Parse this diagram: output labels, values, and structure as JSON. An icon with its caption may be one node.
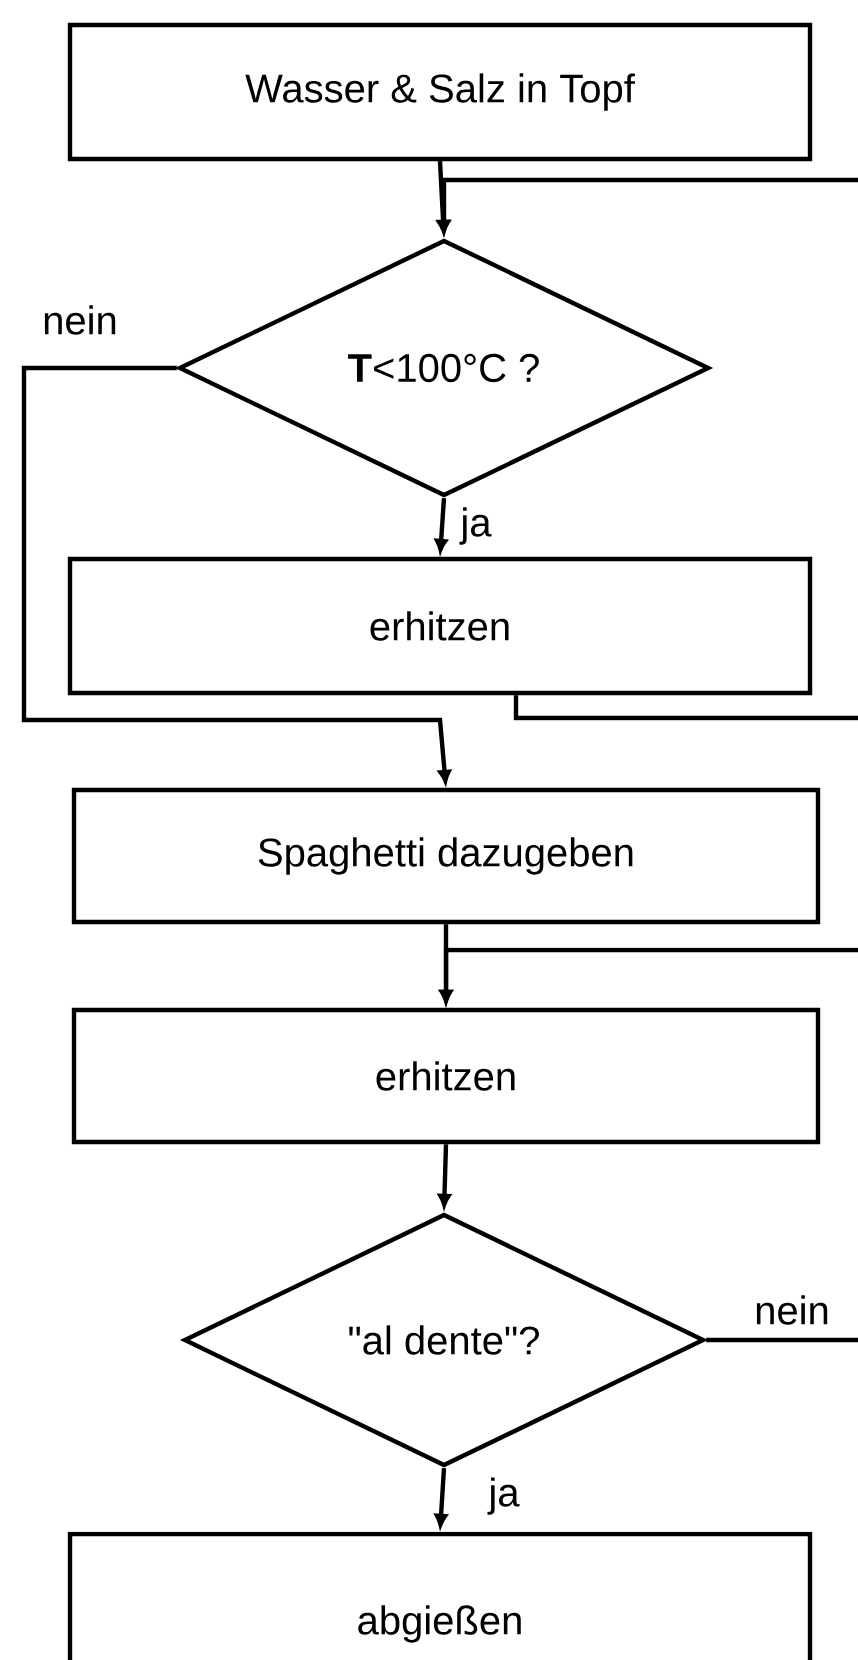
{
  "diagram": {
    "nodes": [
      {
        "text": [
          "Wasser & Salz in Topf"
        ]
      },
      {
        "text": [
          "**T**<100°C ?"
        ]
      },
      {
        "text": [
          "erhitzen"
        ]
      },
      {
        "text": [
          "Spaghetti dazugeben"
        ]
      },
      {
        "text": [
          "erhitzen"
        ]
      },
      {
        "text": [
          "\"al dente\"?"
        ]
      },
      {
        "text": [
          "abgießen"
        ]
      }
    ],
    "edges": [
      {
        "from": 0,
        "to": 1,
        "arrow": "to"
      },
      {
        "from": 1,
        "to": 2,
        "arrow": "to",
        "label": "ja"
      },
      {
        "from": 1,
        "to": 3,
        "arrow": "to",
        "label": "nein"
      },
      {
        "from": 2,
        "to": 1,
        "arrow": "to"
      },
      {
        "from": 3,
        "to": 4,
        "arrow": "to"
      },
      {
        "from": 4,
        "to": 5,
        "arrow": "to"
      },
      {
        "from": 5,
        "to": 4,
        "arrow": "to",
        "label": "nein"
      },
      {
        "from": 5,
        "to": 6,
        "arrow": "to",
        "label": "ja"
      }
    ]
  }
}
